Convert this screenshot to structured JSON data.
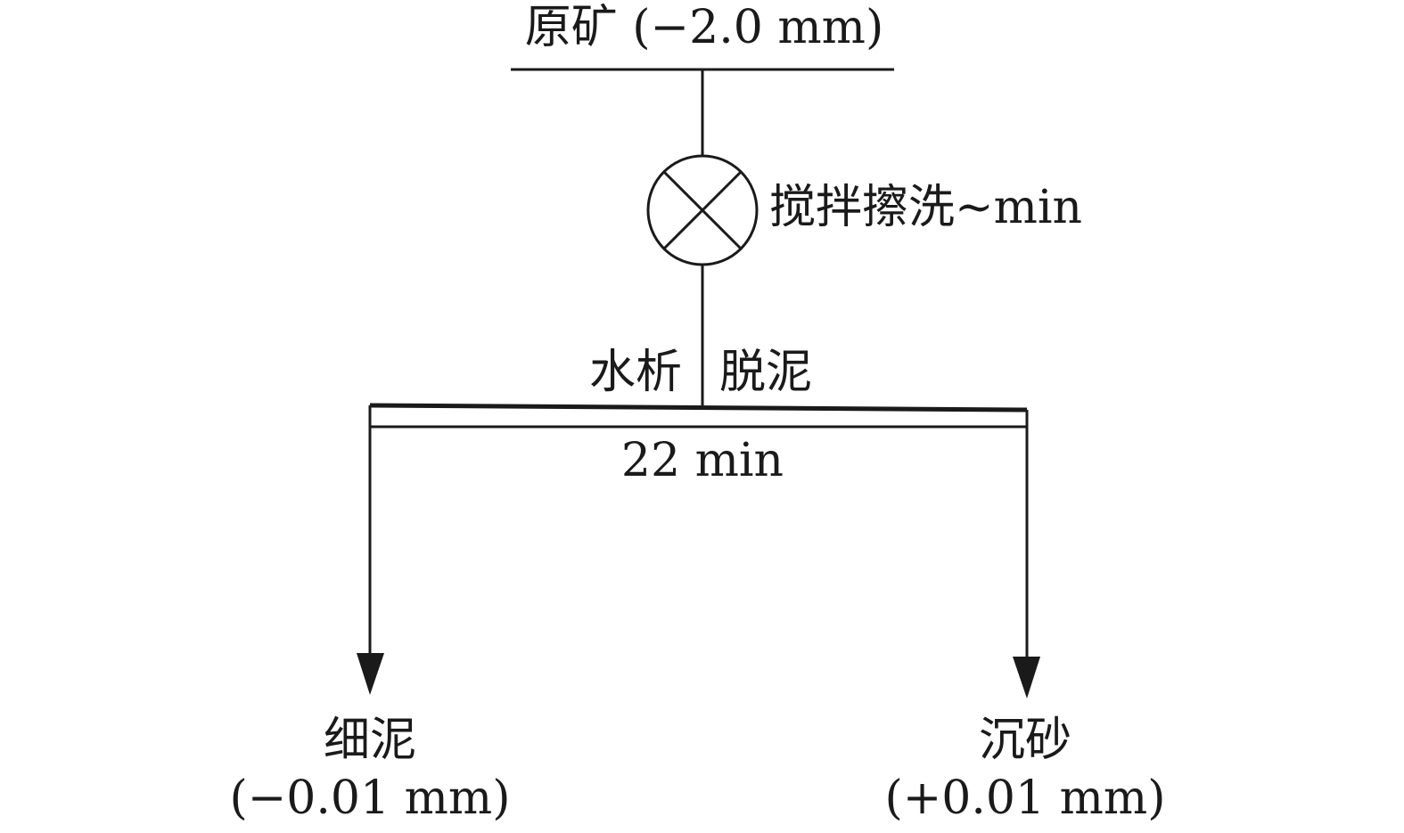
{
  "diagram": {
    "feed": "原矿 (−2.0 mm)",
    "scrub": "搅拌擦洗~min",
    "elutriation_left": "水析",
    "elutriation_right": "脱泥",
    "settle_time": "22 min",
    "fine_slime": {
      "name": "细泥",
      "size": "(−0.01 mm)"
    },
    "sand": {
      "name": "沉砂",
      "size": "(+0.01 mm)"
    }
  }
}
